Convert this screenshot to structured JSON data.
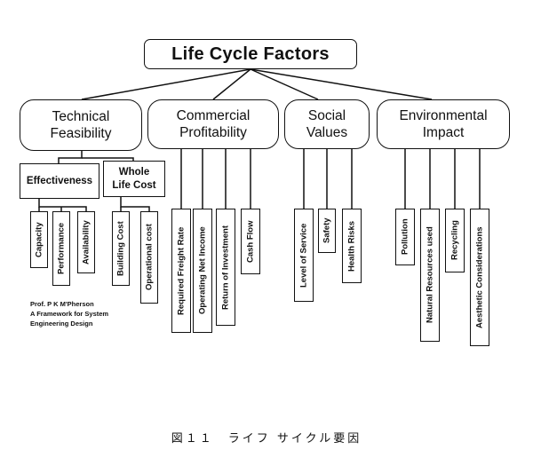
{
  "diagram": {
    "root": "Life Cycle Factors",
    "categories": [
      {
        "lines": [
          "Technical",
          "Feasibility"
        ]
      },
      {
        "lines": [
          "Commercial",
          "Profitability"
        ]
      },
      {
        "lines": [
          "Social",
          "Values"
        ]
      },
      {
        "lines": [
          "Environmental",
          "Impact"
        ]
      }
    ],
    "subcategories": [
      {
        "lines": [
          "Effectiveness"
        ]
      },
      {
        "lines": [
          "Whole",
          "Life Cost"
        ]
      }
    ],
    "leaves": {
      "effectiveness": [
        "Capacity",
        "Performance",
        "Availability"
      ],
      "whole_life_cost": [
        "Building Cost",
        "Operational cost"
      ],
      "commercial": [
        "Required Freight Rate",
        "Operating Net Income",
        "Return of Investment",
        "Cash Flow"
      ],
      "social": [
        "Level of Service",
        "Safety",
        "Health Risks"
      ],
      "environmental": [
        "Pollution",
        "Natural Resources used",
        "Recycling",
        "Aesthetic Considerations"
      ]
    },
    "credit": [
      "Prof. P K M'Pherson",
      "A Framework for System",
      "Engineering Design"
    ]
  },
  "caption": "図１１　ライフ サイクル要因"
}
